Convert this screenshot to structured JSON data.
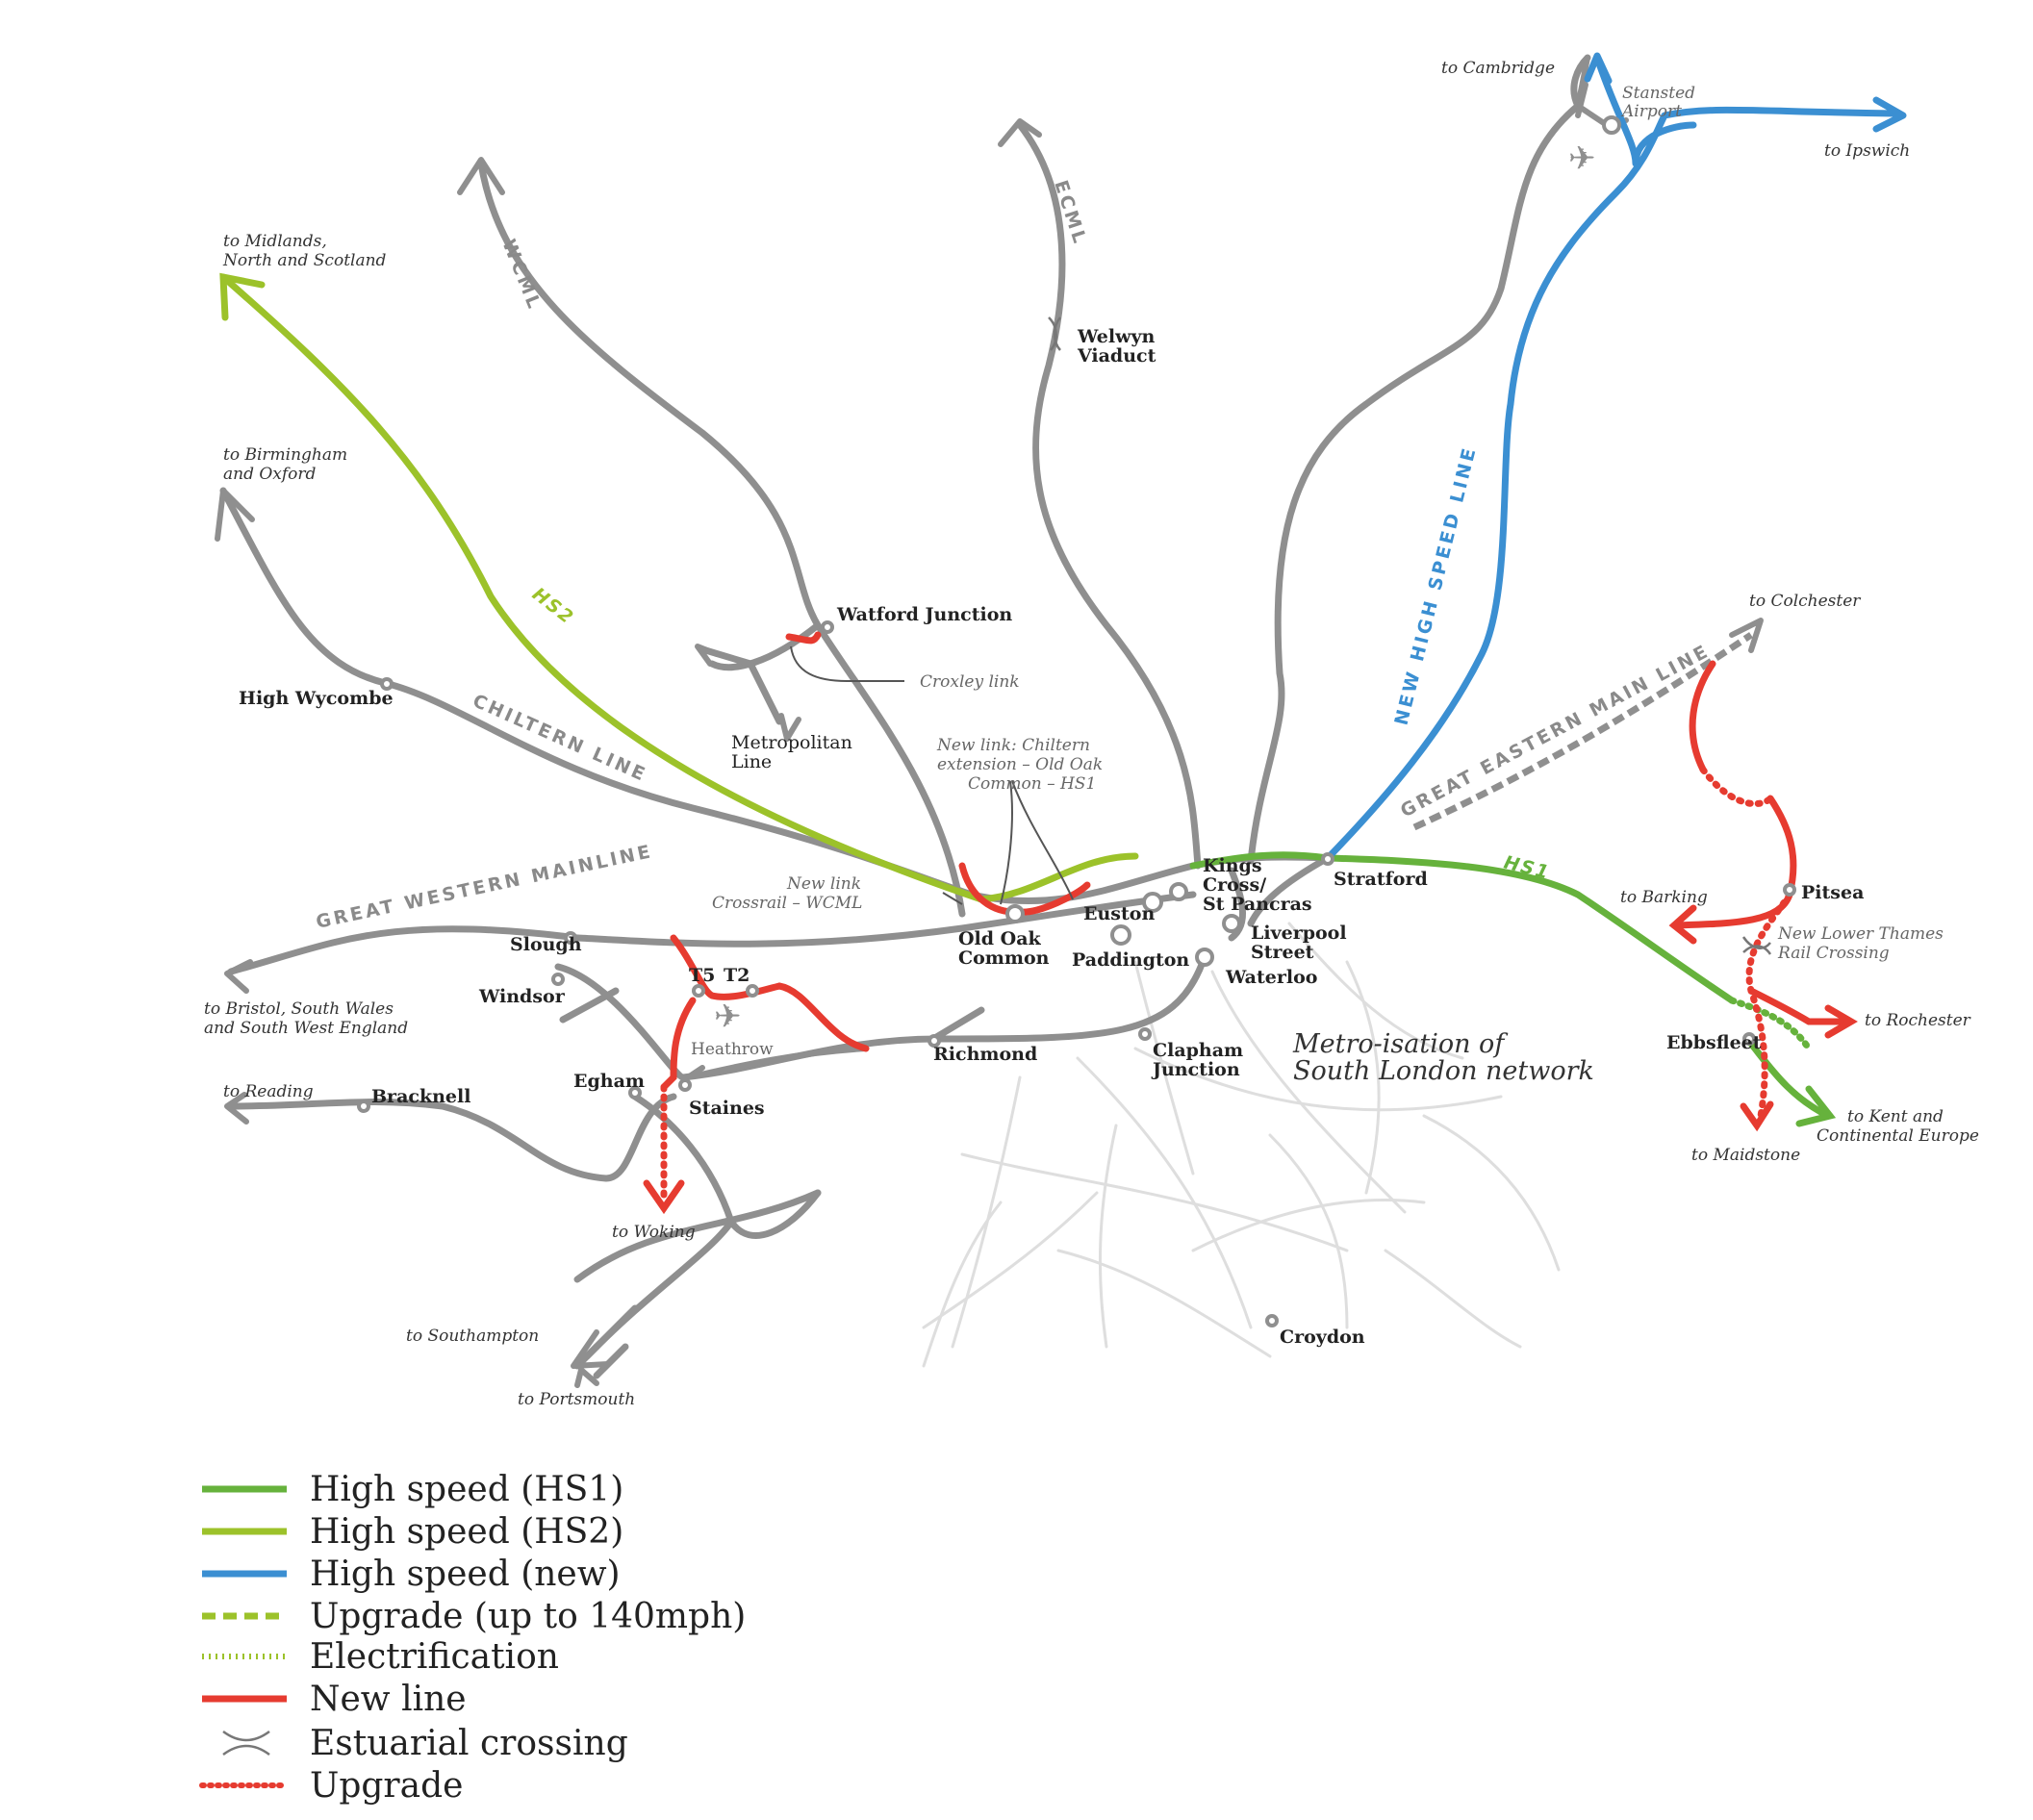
{
  "colors": {
    "hs1": "#66b23c",
    "hs2": "#9cc22a",
    "new_high_speed": "#3b8fd2",
    "new_line": "#e63b30",
    "existing": "#8f8f8f"
  },
  "line_names": {
    "wcml": "WCML",
    "ecml": "ECML",
    "hs2": "HS2",
    "hs1": "HS1",
    "chiltern": "CHILTERN LINE",
    "gwml": "GREAT WESTERN MAINLINE",
    "geml": "GREAT EASTERN MAIN LINE",
    "new_hs": "NEW HIGH SPEED LINE"
  },
  "destinations": {
    "midlands": [
      "to Midlands,",
      "North and Scotland"
    ],
    "birmingham": [
      "to Birmingham",
      "and Oxford"
    ],
    "cambridge": "to Cambridge",
    "ipswich": "to Ipswich",
    "colchester": "to Colchester",
    "bristol": [
      "to Bristol, South Wales",
      "and South West England"
    ],
    "reading": "to Reading",
    "woking": "to Woking",
    "southampton": "to Southampton",
    "portsmouth": "to Portsmouth",
    "barking": "to Barking",
    "rochester": "to Rochester",
    "maidstone": "to Maidstone",
    "kent": [
      "to Kent and",
      "Continental Europe"
    ]
  },
  "stations": {
    "watford": "Watford Junction",
    "high_wycombe": "High Wycombe",
    "welwyn": [
      "Welwyn",
      "Viaduct"
    ],
    "stansted": [
      "Stansted",
      "Airport"
    ],
    "metropolitan": [
      "Metropolitan",
      "Line"
    ],
    "old_oak": [
      "Old Oak",
      "Common"
    ],
    "euston": "Euston",
    "paddington": "Paddington",
    "kings_cross": [
      "Kings",
      "Cross/",
      "St Pancras"
    ],
    "liverpool_street": [
      "Liverpool",
      "Street"
    ],
    "waterloo": "Waterloo",
    "stratford": "Stratford",
    "slough": "Slough",
    "windsor": "Windsor",
    "t5": "T5",
    "t2": "T2",
    "heathrow": "Heathrow",
    "egham": "Egham",
    "staines": "Staines",
    "bracknell": "Bracknell",
    "richmond": "Richmond",
    "clapham": [
      "Clapham",
      "Junction"
    ],
    "croydon": "Croydon",
    "pitsea": "Pitsea",
    "ebbsfleet": "Ebbsfleet"
  },
  "annotations": {
    "croxley": "Croxley link",
    "chiltern_ext": [
      "New link: Chiltern",
      "extension – Old Oak",
      "Common – HS1"
    ],
    "crossrail": [
      "New link",
      "Crossrail – WCML"
    ],
    "thames": [
      "New Lower Thames",
      "Rail Crossing"
    ],
    "metro": [
      "Metro-isation of",
      "South London network"
    ]
  },
  "legend": [
    {
      "label": "High speed (HS1)",
      "style": "hs1"
    },
    {
      "label": "High speed (HS2)",
      "style": "hs2"
    },
    {
      "label": "High speed (new)",
      "style": "new"
    },
    {
      "label": "Upgrade (up to 140mph)",
      "style": "upgrade140"
    },
    {
      "label": "Electrification",
      "style": "electrification"
    },
    {
      "label": "New line",
      "style": "newline"
    },
    {
      "label": "Estuarial crossing",
      "style": "estuarial"
    },
    {
      "label": "Upgrade",
      "style": "upgrade"
    }
  ]
}
